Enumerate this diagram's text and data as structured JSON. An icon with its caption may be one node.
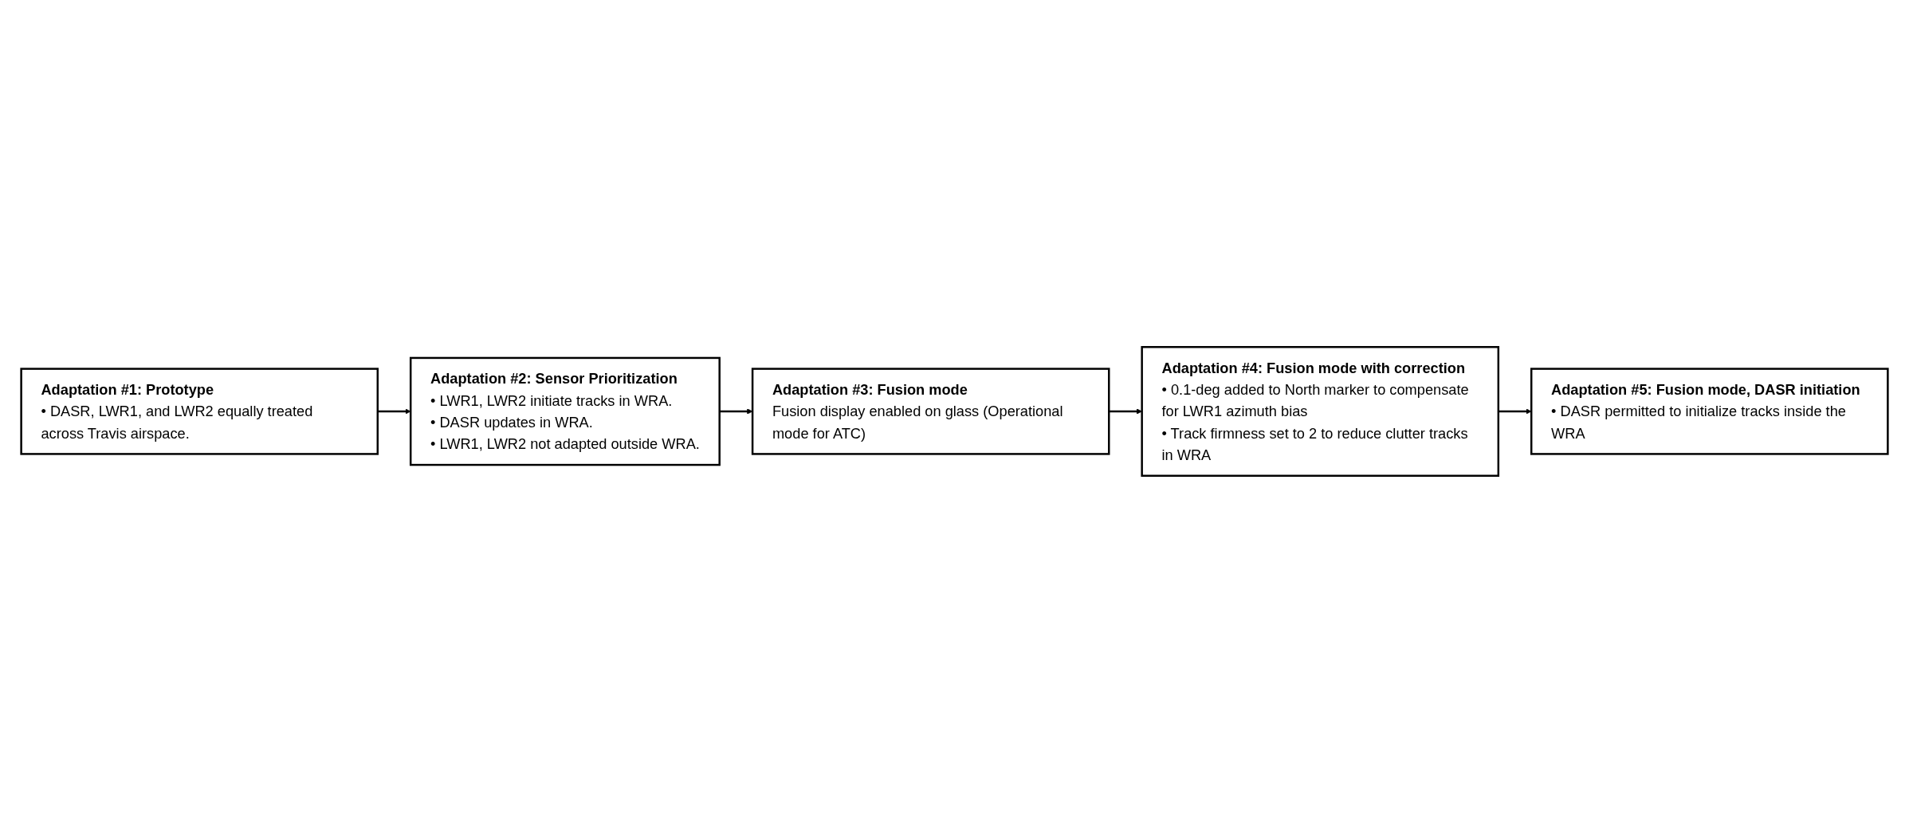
{
  "diagram": {
    "nodes": [
      {
        "text": [
          "Adaptation #1: Prototype",
          "• DASR, LWR1, and LWR2 equally treated across Travis airspace."
        ]
      },
      {
        "text": [
          "Adaptation #2: Sensor Prioritization",
          "• LWR1, LWR2 initiate tracks in WRA.",
          "• DASR updates in WRA.",
          "• LWR1, LWR2 not adapted outside WRA."
        ]
      },
      {
        "text": [
          "Adaptation #3: Fusion mode",
          "Fusion display enabled on glass (Operational mode for ATC)"
        ]
      },
      {
        "text": [
          "Adaptation #4: Fusion mode with correction",
          "• 0.1-deg added to North marker to compensate for LWR1 azimuth bias",
          "• Track firmness set to 2 to reduce clutter tracks in WRA"
        ]
      },
      {
        "text": [
          "Adaptation #5: Fusion mode, DASR initiation",
          "• DASR permitted to initialize tracks inside the WRA"
        ]
      }
    ],
    "edges": [
      {
        "from": 0,
        "to": 1,
        "arrow": "to"
      },
      {
        "from": 1,
        "to": 2,
        "arrow": "to"
      },
      {
        "from": 2,
        "to": 3,
        "arrow": "to"
      },
      {
        "from": 3,
        "to": 4,
        "arrow": "to"
      }
    ]
  }
}
